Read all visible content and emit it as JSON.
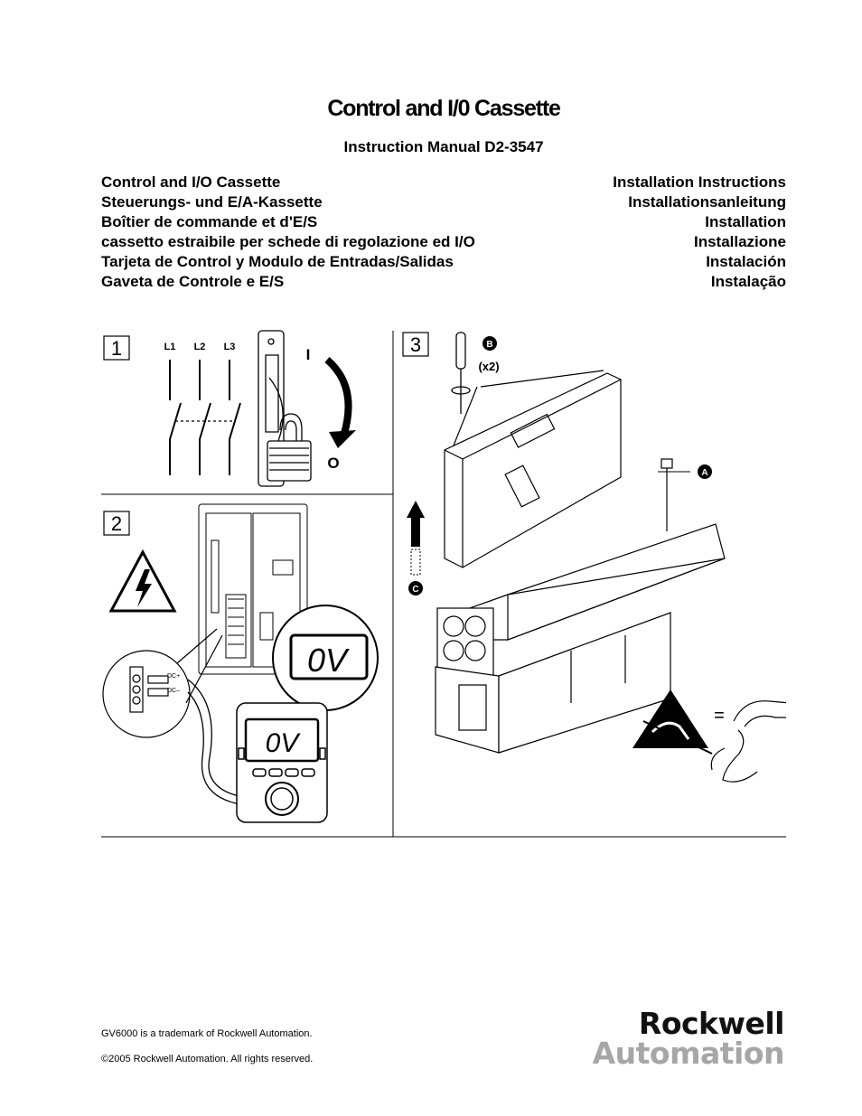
{
  "title": "Control and I/0 Cassette",
  "manual": "Instruction Manual D2-3547",
  "languages": [
    {
      "left": "Control and I/O Cassette",
      "right": "Installation Instructions"
    },
    {
      "left": "Steuerungs- und E/A-Kassette",
      "right": "Installationsanleitung"
    },
    {
      "left": "Boîtier de commande et d'E/S",
      "right": "Installation"
    },
    {
      "left": "cassetto estraibile per schede di regolazione ed I/O",
      "right": "Installazione"
    },
    {
      "left": "Tarjeta de Control y Modulo de Entradas/Salidas",
      "right": "Instalación"
    },
    {
      "left": "Gaveta de Controle e E/S",
      "right": "Instalação"
    }
  ],
  "steps": {
    "step1": {
      "number": "1",
      "l1": "L1",
      "l2": "L2",
      "l3": "L3",
      "on": "I",
      "off": "O"
    },
    "step2": {
      "number": "2",
      "dc_plus": "DC+",
      "dc_minus": "DC–",
      "reading": "0V",
      "meter_reading": "0V"
    },
    "step3": {
      "number": "3",
      "label_a": "A",
      "label_b": "B",
      "label_c": "C",
      "count": "(x2)",
      "equals": "="
    }
  },
  "footer": {
    "trademark": "GV6000 is a trademark of Rockwell Automation.",
    "copyright": "©2005 Rockwell Automation. All rights reserved."
  },
  "logo": {
    "line1": "Rockwell",
    "line2": "Automation"
  }
}
